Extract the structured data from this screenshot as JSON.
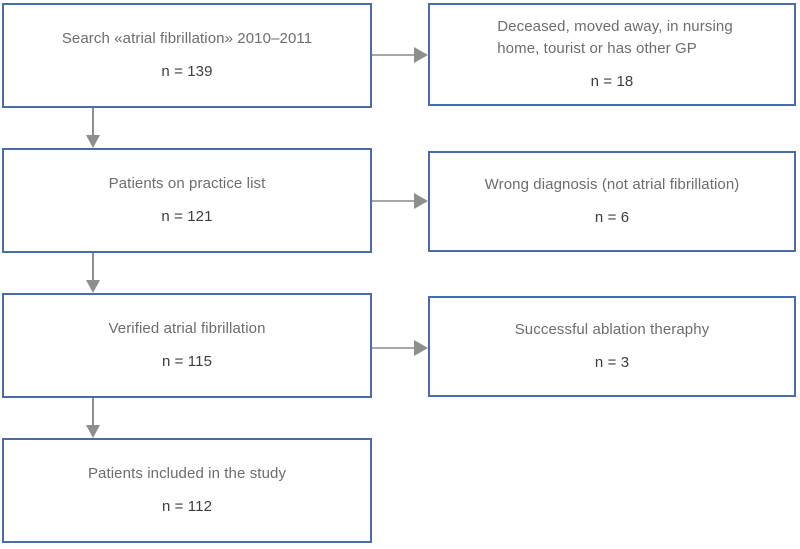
{
  "chart_data": {
    "type": "diagram",
    "subtype": "flowchart",
    "title": "",
    "nodes": [
      {
        "id": "main-1",
        "label": "Search «atrial fibrillation» 2010–2011",
        "count": "n = 139",
        "n": 139,
        "column": "main"
      },
      {
        "id": "excl-1",
        "label": "Deceased, moved away, in nursing\nhome, tourist or has other GP",
        "count": "n = 18",
        "n": 18,
        "column": "exclusion"
      },
      {
        "id": "main-2",
        "label": "Patients on practice list",
        "count": "n = 121",
        "n": 121,
        "column": "main"
      },
      {
        "id": "excl-2",
        "label": "Wrong diagnosis (not atrial fibrillation)",
        "count": "n = 6",
        "n": 6,
        "column": "exclusion"
      },
      {
        "id": "main-3",
        "label": "Verified atrial fibrillation",
        "count": "n = 115",
        "n": 115,
        "column": "main"
      },
      {
        "id": "excl-3",
        "label": "Successful ablation theraphy",
        "count": "n = 3",
        "n": 3,
        "column": "exclusion"
      },
      {
        "id": "main-4",
        "label": "Patients included in the study",
        "count": "n = 112",
        "n": 112,
        "column": "main"
      }
    ],
    "edges": [
      {
        "from": "main-1",
        "to": "excl-1",
        "direction": "right"
      },
      {
        "from": "main-1",
        "to": "main-2",
        "direction": "down"
      },
      {
        "from": "main-2",
        "to": "excl-2",
        "direction": "right"
      },
      {
        "from": "main-2",
        "to": "main-3",
        "direction": "down"
      },
      {
        "from": "main-3",
        "to": "excl-3",
        "direction": "right"
      },
      {
        "from": "main-3",
        "to": "main-4",
        "direction": "down"
      }
    ],
    "colors": {
      "node_border": "#4a6ca8",
      "node_background": "#ffffff",
      "label_text": "#6d6d6d",
      "count_text": "#3d3d3d",
      "connector": "#8e8e8e",
      "page_background": "#ffffff"
    }
  }
}
